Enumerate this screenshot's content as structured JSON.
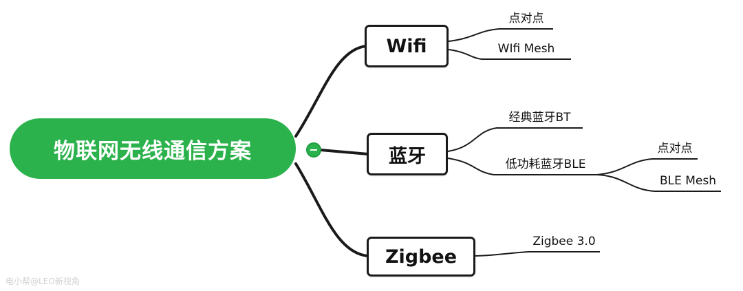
{
  "tree": {
    "root": {
      "label": "物联网无线通信方案"
    },
    "topics": [
      {
        "label": "Wifi"
      },
      {
        "label": "蓝牙"
      },
      {
        "label": "Zigbee"
      }
    ],
    "leaves": {
      "wifi_p2p": "点对点",
      "wifi_mesh": "WIfi Mesh",
      "bt_classic": "经典蓝牙BT",
      "bt_ble": "低功耗蓝牙BLE",
      "ble_p2p": "点对点",
      "ble_mesh": "BLE Mesh",
      "zigbee30": "Zigbee 3.0"
    }
  },
  "collapse": {
    "symbol": "−"
  },
  "watermark": "电小帮@LEO新视角",
  "colors": {
    "root_green": "#2bb24c",
    "line_color": "#1a1a1a"
  }
}
